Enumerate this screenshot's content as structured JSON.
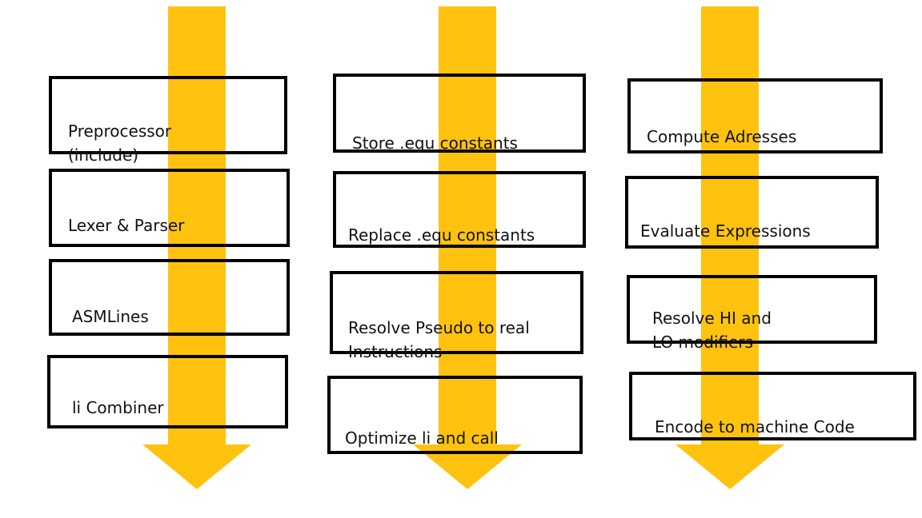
{
  "colors": {
    "arrow": "#FFC20E",
    "box_border": "#000000",
    "text": "#111111",
    "background": "#FFFFFF"
  },
  "columns": [
    {
      "steps": [
        {
          "label": "Preprocessor\n(include)"
        },
        {
          "label": "Lexer & Parser"
        },
        {
          "label": "ASMLines"
        },
        {
          "label": "li Combiner"
        }
      ]
    },
    {
      "steps": [
        {
          "label": "Store .equ constants"
        },
        {
          "label": "Replace .equ constants"
        },
        {
          "label": "Resolve Pseudo to real\nInstructions"
        },
        {
          "label": "Optimize li and call"
        }
      ]
    },
    {
      "steps": [
        {
          "label": "Compute Adresses"
        },
        {
          "label": "Evaluate Expressions"
        },
        {
          "label": "Resolve HI and\nLO modifiers"
        },
        {
          "label": "Encode to machine Code"
        }
      ]
    }
  ]
}
